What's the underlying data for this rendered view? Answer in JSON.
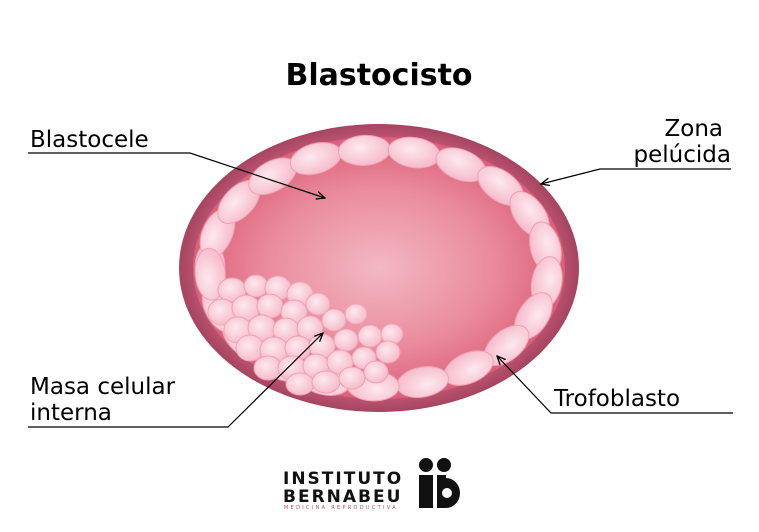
{
  "title": "Blastocisto",
  "labels": {
    "blastocele": "Blastocele",
    "zona_line1": "Zona",
    "zona_line2": "pelúcida",
    "masa_line1": "Masa celular",
    "masa_line2": "interna",
    "trofoblasto": "Trofoblasto"
  },
  "logo": {
    "line1": "INSTITUTO",
    "line2": "BERNABEU",
    "tagline": "MEDICINA REPRODUCTIVA",
    "monogram": "ib"
  },
  "colors": {
    "zona": "#b4506d",
    "interior_center": "#f2b0bd",
    "interior_edge": "#e0667d",
    "cell_fill": "#fbd3dc",
    "cell_stroke": "#f4aebf",
    "logo_accent": "#c84a5f"
  }
}
